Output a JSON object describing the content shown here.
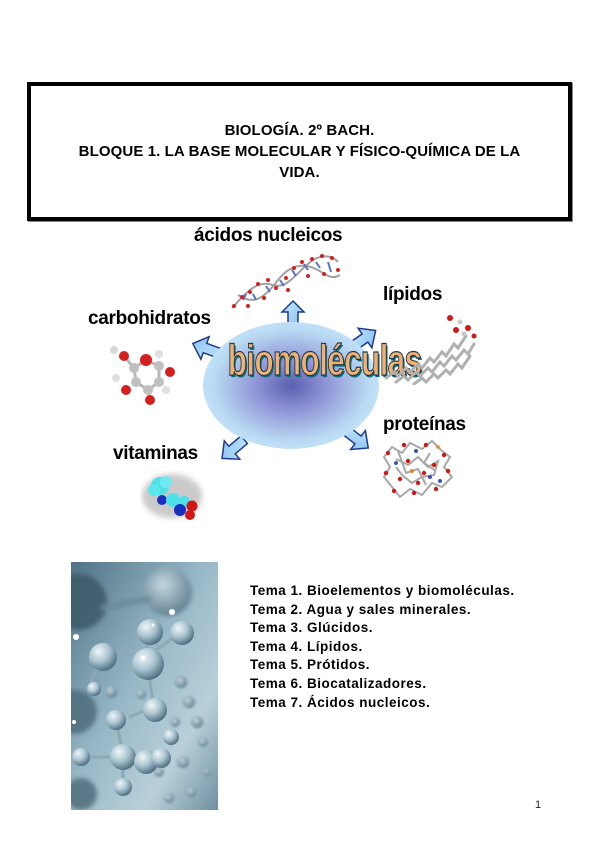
{
  "header": {
    "line1": "BIOLOGÍA. 2º BACH.",
    "line2": "BLOQUE 1. LA BASE MOLECULAR Y FÍSICO-QUÍMICA DE LA",
    "line3": "VIDA."
  },
  "diagram": {
    "center_label": "biomoléculas",
    "branches": [
      {
        "label": "ácidos nucleicos",
        "icon": "dna-helix-icon"
      },
      {
        "label": "lípidos",
        "icon": "lipid-chain-icon"
      },
      {
        "label": "carbohidratos",
        "icon": "glucose-molecule-icon"
      },
      {
        "label": "proteínas",
        "icon": "protein-structure-icon"
      },
      {
        "label": "vitaminas",
        "icon": "vitamin-molecule-icon"
      }
    ],
    "colors": {
      "arrow_fill": "#9fd0f5",
      "arrow_outline": "#1f3a8c",
      "ellipse_outer": "#c7eafc",
      "ellipse_inner": "#5a5fb0",
      "center_text": "#f4b070",
      "atom_red": "#d01818",
      "atom_grey": "#a8a8a8",
      "atom_blue": "#3a4fc0",
      "vitamin_cyan": "#4fe0e8"
    }
  },
  "topics": [
    "Tema 1. Bioelementos y biomoléculas.",
    "Tema 2. Agua y sales minerales.",
    "Tema 3. Glúcidos.",
    "Tema 4. Lípidos.",
    "Tema 5. Prótidos.",
    "Tema 6. Biocatalizadores.",
    "Tema 7. Ácidos nucleicos."
  ],
  "page_number": "1"
}
